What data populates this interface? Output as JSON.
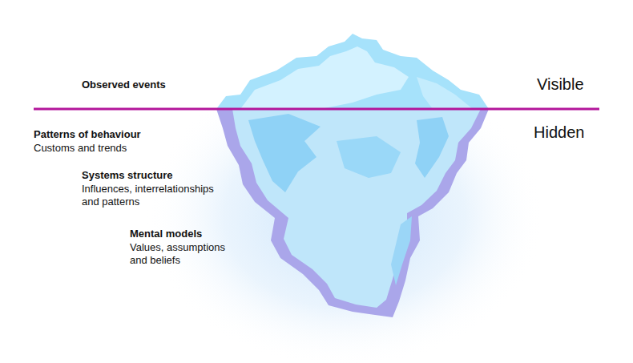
{
  "diagram": {
    "labels": [
      "Observed events",
      "Visible",
      "Hidden",
      "Patterns of behaviour",
      "Customs and trends",
      "Systems structure",
      "Influences, interrelationships and patterns",
      "Mental models",
      "Values, assumptions and beliefs"
    ]
  }
}
